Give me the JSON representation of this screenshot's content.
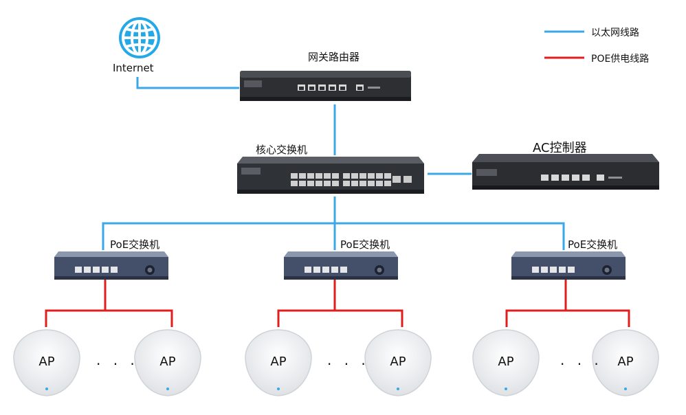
{
  "legend": {
    "ethernet_label": "以太网线路",
    "poe_label": "POE供电线路",
    "ethernet_color": "#3aa7e8",
    "poe_color": "#e21d1d"
  },
  "internet": {
    "label": "Internet",
    "icon": "globe-icon"
  },
  "gateway": {
    "label": "网关路由器",
    "icon": "router-icon"
  },
  "core_switch": {
    "label": "核心交换机",
    "icon": "switch-icon"
  },
  "ac_controller": {
    "label": "AC控制器",
    "icon": "controller-icon"
  },
  "poe_switches": [
    {
      "label": "PoE交换机"
    },
    {
      "label": "PoE交换机"
    },
    {
      "label": "PoE交换机"
    }
  ],
  "ap_label": "AP",
  "ellipsis": "· · ·"
}
